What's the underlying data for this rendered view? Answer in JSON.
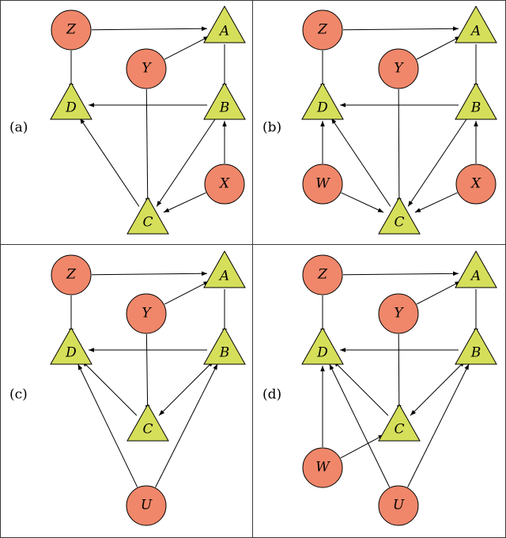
{
  "colors": {
    "observed_node": "#f0876a",
    "latent_node": "#d6df5a",
    "edge": "#000000",
    "frame": "#3a3a3a"
  },
  "panels": [
    {
      "label": "(a)",
      "nodes": [
        {
          "id": "Z",
          "label": "Z",
          "shape": "circle"
        },
        {
          "id": "A",
          "label": "A",
          "shape": "triangle"
        },
        {
          "id": "Y",
          "label": "Y",
          "shape": "circle"
        },
        {
          "id": "D",
          "label": "D",
          "shape": "triangle"
        },
        {
          "id": "B",
          "label": "B",
          "shape": "triangle"
        },
        {
          "id": "X",
          "label": "X",
          "shape": "circle"
        },
        {
          "id": "C",
          "label": "C",
          "shape": "triangle"
        }
      ],
      "edges": [
        {
          "from": "Z",
          "to": "A",
          "dir": "forward"
        },
        {
          "from": "Z",
          "to": "D",
          "dir": "forward"
        },
        {
          "from": "Y",
          "to": "A",
          "dir": "forward"
        },
        {
          "from": "A",
          "to": "B",
          "dir": "forward"
        },
        {
          "from": "B",
          "to": "D",
          "dir": "forward"
        },
        {
          "from": "Y",
          "to": "C",
          "dir": "forward"
        },
        {
          "from": "C",
          "to": "D",
          "dir": "forward"
        },
        {
          "from": "B",
          "to": "C",
          "dir": "forward"
        },
        {
          "from": "X",
          "to": "B",
          "dir": "forward"
        },
        {
          "from": "X",
          "to": "C",
          "dir": "forward"
        }
      ]
    },
    {
      "label": "(b)",
      "nodes": [
        {
          "id": "Z",
          "label": "Z",
          "shape": "circle"
        },
        {
          "id": "A",
          "label": "A",
          "shape": "triangle"
        },
        {
          "id": "Y",
          "label": "Y",
          "shape": "circle"
        },
        {
          "id": "D",
          "label": "D",
          "shape": "triangle"
        },
        {
          "id": "B",
          "label": "B",
          "shape": "triangle"
        },
        {
          "id": "W",
          "label": "W",
          "shape": "circle"
        },
        {
          "id": "X",
          "label": "X",
          "shape": "circle"
        },
        {
          "id": "C",
          "label": "C",
          "shape": "triangle"
        }
      ],
      "edges": [
        {
          "from": "Z",
          "to": "A",
          "dir": "forward"
        },
        {
          "from": "Z",
          "to": "D",
          "dir": "forward"
        },
        {
          "from": "Y",
          "to": "A",
          "dir": "forward"
        },
        {
          "from": "A",
          "to": "B",
          "dir": "forward"
        },
        {
          "from": "B",
          "to": "D",
          "dir": "forward"
        },
        {
          "from": "Y",
          "to": "C",
          "dir": "forward"
        },
        {
          "from": "W",
          "to": "D",
          "dir": "forward"
        },
        {
          "from": "W",
          "to": "C",
          "dir": "forward"
        },
        {
          "from": "C",
          "to": "D",
          "dir": "forward"
        },
        {
          "from": "B",
          "to": "C",
          "dir": "forward"
        },
        {
          "from": "X",
          "to": "B",
          "dir": "forward"
        },
        {
          "from": "X",
          "to": "C",
          "dir": "forward"
        }
      ]
    },
    {
      "label": "(c)",
      "nodes": [
        {
          "id": "Z",
          "label": "Z",
          "shape": "circle"
        },
        {
          "id": "A",
          "label": "A",
          "shape": "triangle"
        },
        {
          "id": "Y",
          "label": "Y",
          "shape": "circle"
        },
        {
          "id": "D",
          "label": "D",
          "shape": "triangle"
        },
        {
          "id": "B",
          "label": "B",
          "shape": "triangle"
        },
        {
          "id": "C",
          "label": "C",
          "shape": "triangle"
        },
        {
          "id": "U",
          "label": "U",
          "shape": "circle"
        }
      ],
      "edges": [
        {
          "from": "Z",
          "to": "A",
          "dir": "forward"
        },
        {
          "from": "Z",
          "to": "D",
          "dir": "forward"
        },
        {
          "from": "Y",
          "to": "A",
          "dir": "forward"
        },
        {
          "from": "A",
          "to": "B",
          "dir": "forward"
        },
        {
          "from": "B",
          "to": "D",
          "dir": "forward"
        },
        {
          "from": "Y",
          "to": "C",
          "dir": "forward"
        },
        {
          "from": "C",
          "to": "D",
          "dir": "forward"
        },
        {
          "from": "B",
          "to": "C",
          "dir": "both"
        },
        {
          "from": "U",
          "to": "D",
          "dir": "forward"
        },
        {
          "from": "U",
          "to": "B",
          "dir": "forward"
        }
      ]
    },
    {
      "label": "(d)",
      "nodes": [
        {
          "id": "Z",
          "label": "Z",
          "shape": "circle"
        },
        {
          "id": "A",
          "label": "A",
          "shape": "triangle"
        },
        {
          "id": "Y",
          "label": "Y",
          "shape": "circle"
        },
        {
          "id": "D",
          "label": "D",
          "shape": "triangle"
        },
        {
          "id": "B",
          "label": "B",
          "shape": "triangle"
        },
        {
          "id": "C",
          "label": "C",
          "shape": "triangle"
        },
        {
          "id": "W",
          "label": "W",
          "shape": "circle"
        },
        {
          "id": "U",
          "label": "U",
          "shape": "circle"
        }
      ],
      "edges": [
        {
          "from": "Z",
          "to": "A",
          "dir": "forward"
        },
        {
          "from": "Z",
          "to": "D",
          "dir": "forward"
        },
        {
          "from": "Y",
          "to": "A",
          "dir": "forward"
        },
        {
          "from": "A",
          "to": "B",
          "dir": "forward"
        },
        {
          "from": "B",
          "to": "D",
          "dir": "forward"
        },
        {
          "from": "Y",
          "to": "C",
          "dir": "forward"
        },
        {
          "from": "C",
          "to": "D",
          "dir": "forward"
        },
        {
          "from": "B",
          "to": "C",
          "dir": "both"
        },
        {
          "from": "W",
          "to": "D",
          "dir": "forward"
        },
        {
          "from": "W",
          "to": "C",
          "dir": "forward"
        },
        {
          "from": "U",
          "to": "D",
          "dir": "forward"
        },
        {
          "from": "U",
          "to": "B",
          "dir": "forward"
        }
      ]
    }
  ]
}
